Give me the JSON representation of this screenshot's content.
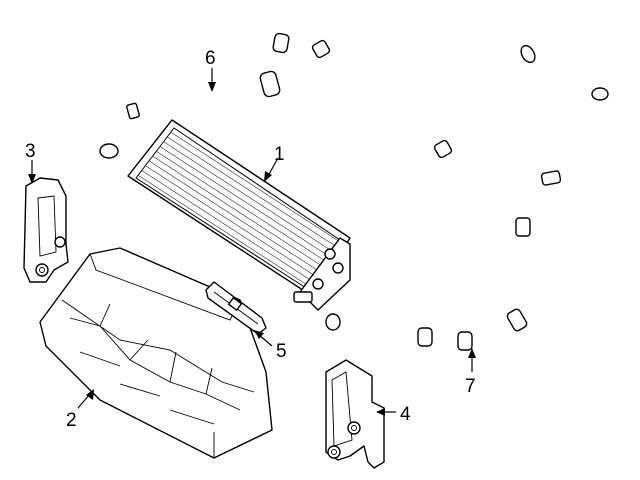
{
  "callouts": [
    {
      "id": "1",
      "label": "1"
    },
    {
      "id": "2",
      "label": "2"
    },
    {
      "id": "3",
      "label": "3"
    },
    {
      "id": "4",
      "label": "4"
    },
    {
      "id": "5",
      "label": "5"
    },
    {
      "id": "6",
      "label": "6"
    },
    {
      "id": "7",
      "label": "7"
    }
  ],
  "colors": {
    "line": "#000000",
    "background": "#ffffff"
  }
}
